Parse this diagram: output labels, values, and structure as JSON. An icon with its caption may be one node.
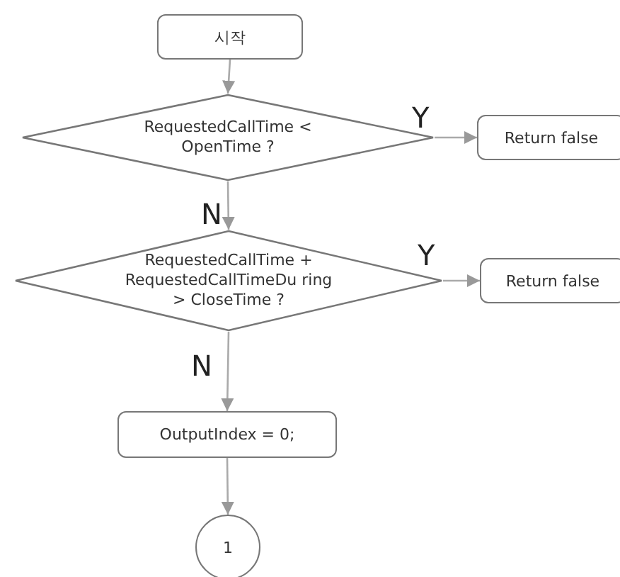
{
  "diagram": {
    "nodes": [
      {
        "text": [
          "시작"
        ]
      },
      {
        "text": [
          "RequestedCallTime < OpenTime ?"
        ]
      },
      {
        "text": [
          "Return false"
        ]
      },
      {
        "text": [
          "RequestedCallTime + RequestedCallTimeDu ring > CloseTime ?"
        ]
      },
      {
        "text": [
          "Return false"
        ]
      },
      {
        "text": [
          "OutputIndex = 0;"
        ]
      },
      {
        "text": [
          "1"
        ]
      }
    ],
    "edges": [
      {
        "from": 0,
        "to": 1,
        "arrow": "to"
      },
      {
        "from": 1,
        "to": 2,
        "arrow": "to",
        "label": "Y"
      },
      {
        "from": 1,
        "to": 3,
        "arrow": "to",
        "label": "N"
      },
      {
        "from": 3,
        "to": 4,
        "arrow": "to",
        "label": "Y"
      },
      {
        "from": 3,
        "to": 5,
        "arrow": "to",
        "label": "N"
      },
      {
        "from": 5,
        "to": 6,
        "arrow": "to"
      }
    ]
  }
}
